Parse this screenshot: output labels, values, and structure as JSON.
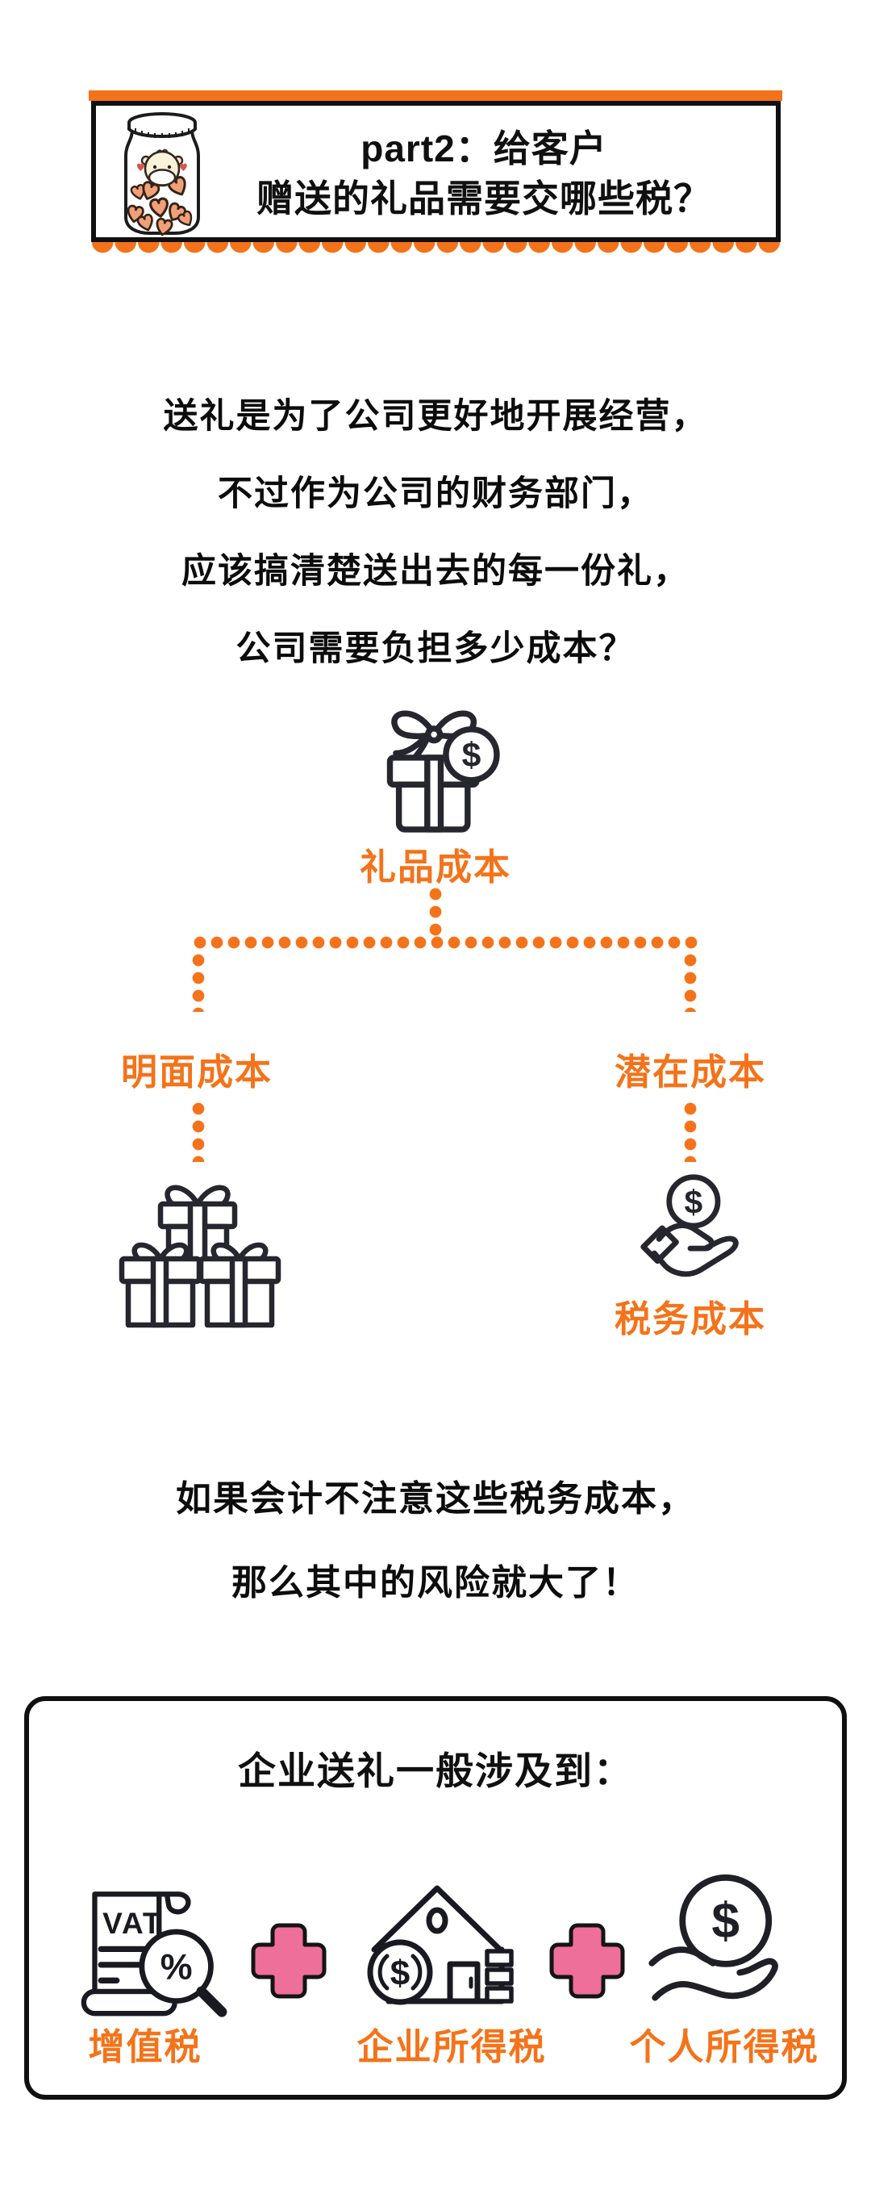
{
  "colors": {
    "accent_orange": "#F4731A",
    "plus_pink": "#EE6F99",
    "ink": "#101010",
    "icon_stroke": "#26262e",
    "heart_fill": "#F0A078"
  },
  "header": {
    "title_line1": "part2：给客户",
    "title_line2": "赠送的礼品需要交哪些税？",
    "mascot_icon": "jar-mascot-icon"
  },
  "intro": {
    "lines": [
      "送礼是为了公司更好地开展经营，",
      "不过作为公司的财务部门，",
      "应该搞清楚送出去的每一份礼，",
      "公司需要负担多少成本？"
    ]
  },
  "tree": {
    "root_icon": "gift-coin-icon",
    "root_label": "礼品成本",
    "left_label": "明面成本",
    "right_label": "潜在成本",
    "left_leaf_icon": "gifts-stack-icon",
    "right_leaf_icon": "hand-coin-icon",
    "right_leaf_label": "税务成本"
  },
  "warning": {
    "lines": [
      "如果会计不注意这些税务成本，",
      "那么其中的风险就大了！"
    ]
  },
  "bottom_box": {
    "title": "企业送礼一般涉及到：",
    "separator": "+",
    "items": [
      {
        "label": "增值税",
        "icon": "vat-document-icon"
      },
      {
        "label": "企业所得税",
        "icon": "house-coin-icon"
      },
      {
        "label": "个人所得税",
        "icon": "hand-dollar-icon"
      }
    ]
  },
  "glyphs": {
    "vat": "VAT",
    "percent": "%",
    "dollar": "$"
  }
}
